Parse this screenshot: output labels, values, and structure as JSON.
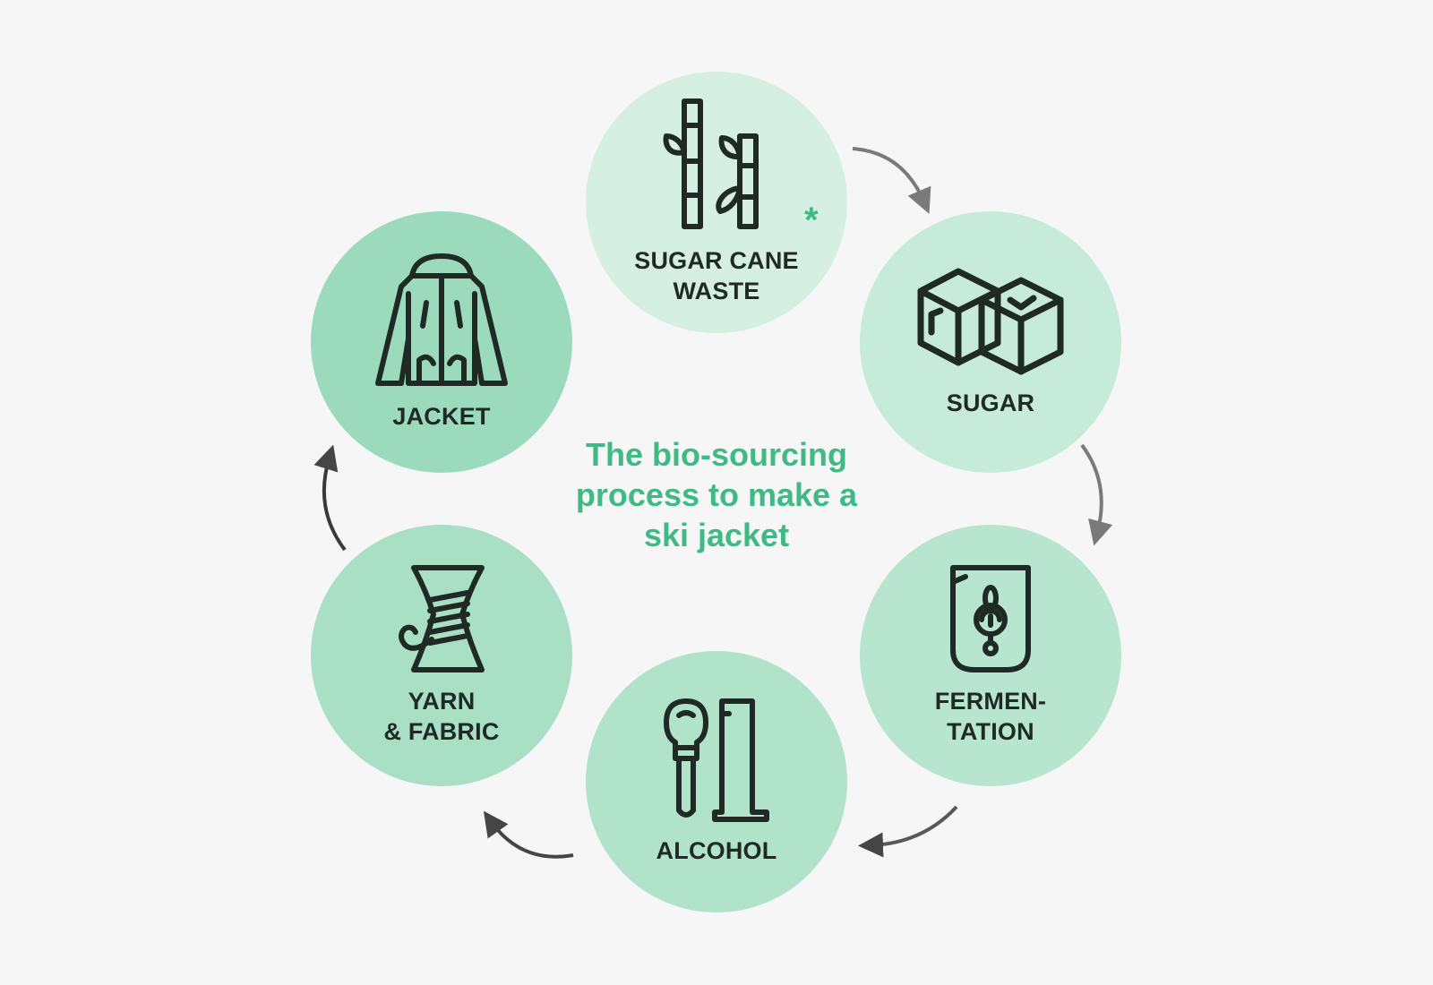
{
  "title": [
    "The bio-sourcing",
    "process to make a",
    "ski jacket"
  ],
  "footnote_marker": "*",
  "colors": {
    "background": "#f6f6f6",
    "accent": "#3fba84",
    "icon_stroke": "#1f2a25",
    "arrow": "#7a7a7a"
  },
  "steps": [
    {
      "id": "sugar-cane-waste",
      "label": [
        "SUGAR CANE",
        "WASTE"
      ],
      "icon": "sugar-cane-icon",
      "fill": "#d5efe2"
    },
    {
      "id": "sugar",
      "label": [
        "SUGAR"
      ],
      "icon": "sugar-cubes-icon",
      "fill": "#c7ebda"
    },
    {
      "id": "fermentation",
      "label": [
        "FERMEN-",
        "TATION"
      ],
      "icon": "fermentation-tank-icon",
      "fill": "#b8e5cf"
    },
    {
      "id": "alcohol",
      "label": [
        "ALCOHOL"
      ],
      "icon": "pipette-cylinder-icon",
      "fill": "#b1e3cb"
    },
    {
      "id": "yarn-fabric",
      "label": [
        "YARN",
        "& FABRIC"
      ],
      "icon": "yarn-spool-icon",
      "fill": "#a8dfc5"
    },
    {
      "id": "jacket",
      "label": [
        "JACKET"
      ],
      "icon": "jacket-icon",
      "fill": "#9bdabd"
    }
  ]
}
